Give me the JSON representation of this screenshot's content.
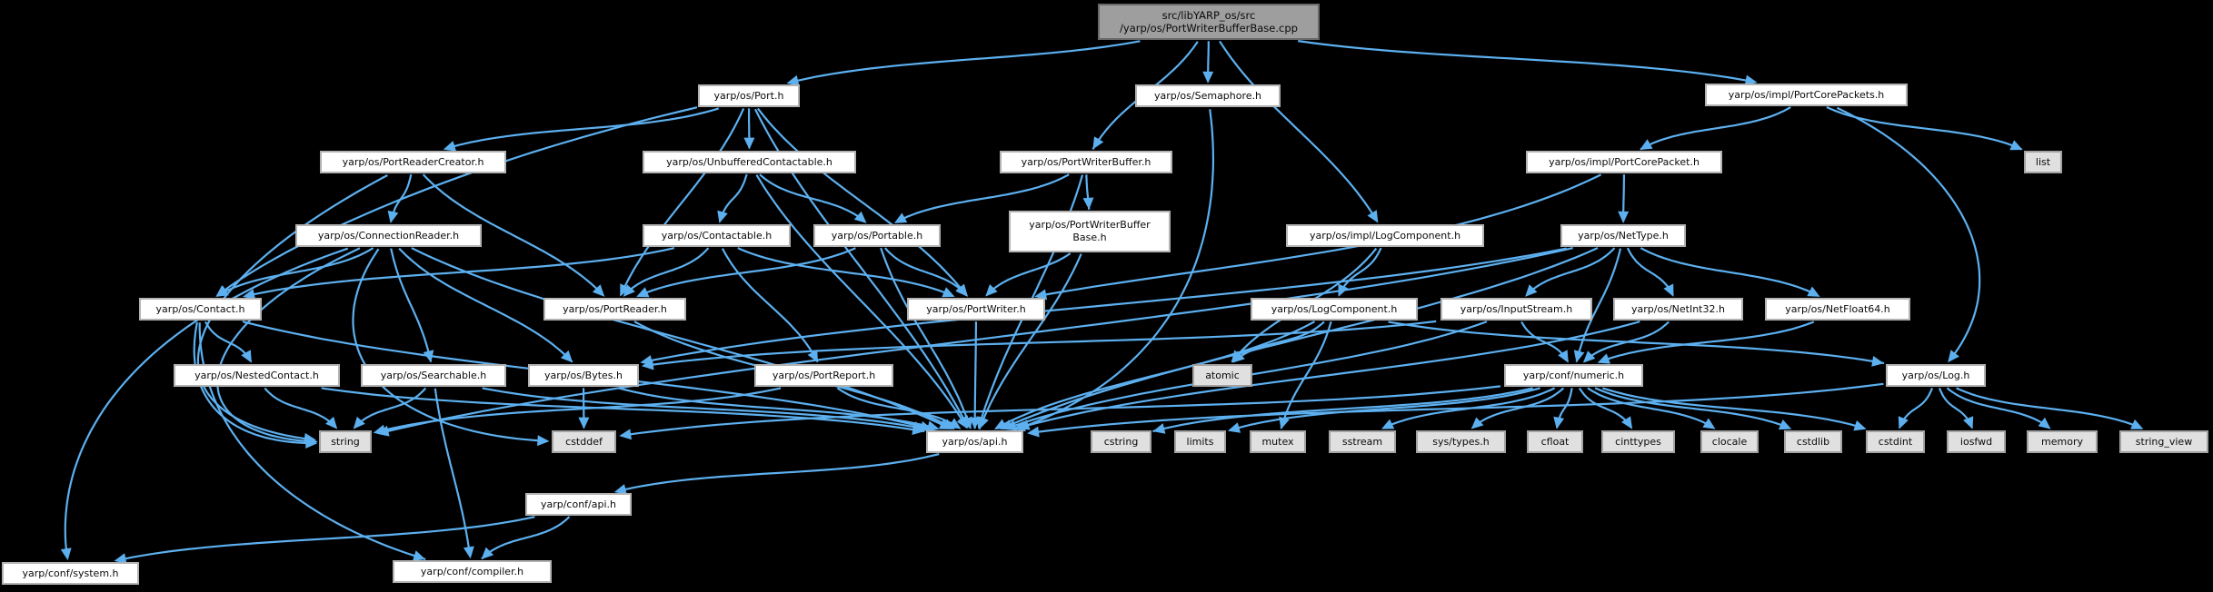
{
  "diagram": {
    "type": "include-dependency-graph",
    "edge_color": "#5db0f0",
    "node_fill": "#ffffff",
    "system_node_fill": "#e0e0e0",
    "main_node_fill": "#9e9e9e",
    "background": "#000000",
    "nodes": [
      {
        "id": "main",
        "label": "src/libYARP_os/src\n/yarp/os/PortWriterBufferBase.cpp",
        "kind": "main"
      },
      {
        "id": "port",
        "label": "yarp/os/Port.h",
        "kind": "header"
      },
      {
        "id": "semaphore",
        "label": "yarp/os/Semaphore.h",
        "kind": "header"
      },
      {
        "id": "pcpackets",
        "label": "yarp/os/impl/PortCorePackets.h",
        "kind": "header"
      },
      {
        "id": "prc",
        "label": "yarp/os/PortReaderCreator.h",
        "kind": "header"
      },
      {
        "id": "unbuffered",
        "label": "yarp/os/UnbufferedContactable.h",
        "kind": "header"
      },
      {
        "id": "pwb",
        "label": "yarp/os/PortWriterBuffer.h",
        "kind": "header"
      },
      {
        "id": "pcp",
        "label": "yarp/os/impl/PortCorePacket.h",
        "kind": "header"
      },
      {
        "id": "list",
        "label": "list",
        "kind": "system"
      },
      {
        "id": "connreader",
        "label": "yarp/os/ConnectionReader.h",
        "kind": "header"
      },
      {
        "id": "contactable",
        "label": "yarp/os/Contactable.h",
        "kind": "header"
      },
      {
        "id": "portable",
        "label": "yarp/os/Portable.h",
        "kind": "header"
      },
      {
        "id": "pwbbase",
        "label": "yarp/os/PortWriterBuffer\nBase.h",
        "kind": "header"
      },
      {
        "id": "impllogcomp",
        "label": "yarp/os/impl/LogComponent.h",
        "kind": "header"
      },
      {
        "id": "nettype",
        "label": "yarp/os/NetType.h",
        "kind": "header"
      },
      {
        "id": "contact",
        "label": "yarp/os/Contact.h",
        "kind": "header"
      },
      {
        "id": "portreader",
        "label": "yarp/os/PortReader.h",
        "kind": "header"
      },
      {
        "id": "portwriter",
        "label": "yarp/os/PortWriter.h",
        "kind": "header"
      },
      {
        "id": "logcomp",
        "label": "yarp/os/LogComponent.h",
        "kind": "header"
      },
      {
        "id": "inputstream",
        "label": "yarp/os/InputStream.h",
        "kind": "header"
      },
      {
        "id": "netint32",
        "label": "yarp/os/NetInt32.h",
        "kind": "header"
      },
      {
        "id": "netfloat64",
        "label": "yarp/os/NetFloat64.h",
        "kind": "header"
      },
      {
        "id": "nested",
        "label": "yarp/os/NestedContact.h",
        "kind": "header"
      },
      {
        "id": "searchable",
        "label": "yarp/os/Searchable.h",
        "kind": "header"
      },
      {
        "id": "bytes",
        "label": "yarp/os/Bytes.h",
        "kind": "header"
      },
      {
        "id": "portreport",
        "label": "yarp/os/PortReport.h",
        "kind": "header"
      },
      {
        "id": "atomic",
        "label": "atomic",
        "kind": "system"
      },
      {
        "id": "numeric",
        "label": "yarp/conf/numeric.h",
        "kind": "header"
      },
      {
        "id": "log",
        "label": "yarp/os/Log.h",
        "kind": "header"
      },
      {
        "id": "string",
        "label": "string",
        "kind": "system"
      },
      {
        "id": "cstddef",
        "label": "cstddef",
        "kind": "system"
      },
      {
        "id": "api",
        "label": "yarp/os/api.h",
        "kind": "header"
      },
      {
        "id": "cstring",
        "label": "cstring",
        "kind": "system"
      },
      {
        "id": "limits",
        "label": "limits",
        "kind": "system"
      },
      {
        "id": "mutex",
        "label": "mutex",
        "kind": "system"
      },
      {
        "id": "sstream",
        "label": "sstream",
        "kind": "system"
      },
      {
        "id": "systypes",
        "label": "sys/types.h",
        "kind": "system"
      },
      {
        "id": "cfloat",
        "label": "cfloat",
        "kind": "system"
      },
      {
        "id": "cinttypes",
        "label": "cinttypes",
        "kind": "system"
      },
      {
        "id": "clocale",
        "label": "clocale",
        "kind": "system"
      },
      {
        "id": "cstdlib",
        "label": "cstdlib",
        "kind": "system"
      },
      {
        "id": "cstdint",
        "label": "cstdint",
        "kind": "system"
      },
      {
        "id": "iosfwd",
        "label": "iosfwd",
        "kind": "system"
      },
      {
        "id": "memory",
        "label": "memory",
        "kind": "system"
      },
      {
        "id": "stringview",
        "label": "string_view",
        "kind": "system"
      },
      {
        "id": "confapi",
        "label": "yarp/conf/api.h",
        "kind": "header"
      },
      {
        "id": "confsystem",
        "label": "yarp/conf/system.h",
        "kind": "header"
      },
      {
        "id": "confcompiler",
        "label": "yarp/conf/compiler.h",
        "kind": "header"
      }
    ],
    "edges": [
      {
        "from": "main",
        "to": "port"
      },
      {
        "from": "main",
        "to": "pwb"
      },
      {
        "from": "main",
        "to": "semaphore"
      },
      {
        "from": "main",
        "to": "impllogcomp"
      },
      {
        "from": "main",
        "to": "pcpackets"
      },
      {
        "from": "port",
        "to": "prc"
      },
      {
        "from": "port",
        "to": "unbuffered"
      },
      {
        "from": "port",
        "to": "contact",
        "cps": [
          [
            520,
            170
          ],
          [
            300,
            270
          ]
        ]
      },
      {
        "from": "port",
        "to": "portreader"
      },
      {
        "from": "port",
        "to": "portwriter"
      },
      {
        "from": "port",
        "to": "api"
      },
      {
        "from": "semaphore",
        "to": "api",
        "cps": [
          [
            1355,
            260
          ],
          [
            1300,
            430
          ]
        ]
      },
      {
        "from": "pwb",
        "to": "portable"
      },
      {
        "from": "pwb",
        "to": "pwbbase"
      },
      {
        "from": "pwb",
        "to": "api"
      },
      {
        "from": "pcpackets",
        "to": "pcp"
      },
      {
        "from": "pcpackets",
        "to": "list"
      },
      {
        "from": "pcpackets",
        "to": "log",
        "cps": [
          [
            2160,
            170
          ],
          [
            2235,
            310
          ]
        ]
      },
      {
        "from": "pcp",
        "to": "nettype"
      },
      {
        "from": "pcp",
        "to": "portwriter",
        "bend": [
          0,
          30
        ]
      },
      {
        "from": "impllogcomp",
        "to": "logcomp"
      },
      {
        "from": "impllogcomp",
        "to": "atomic"
      },
      {
        "from": "prc",
        "to": "connreader"
      },
      {
        "from": "prc",
        "to": "portreader"
      },
      {
        "from": "prc",
        "to": "string",
        "cps": [
          [
            150,
            330
          ],
          [
            155,
            480
          ]
        ]
      },
      {
        "from": "unbuffered",
        "to": "contactable"
      },
      {
        "from": "unbuffered",
        "to": "portable"
      },
      {
        "from": "unbuffered",
        "to": "api"
      },
      {
        "from": "contactable",
        "to": "contact"
      },
      {
        "from": "contactable",
        "to": "portreader"
      },
      {
        "from": "contactable",
        "to": "portwriter"
      },
      {
        "from": "contactable",
        "to": "portreport"
      },
      {
        "from": "portable",
        "to": "portreader"
      },
      {
        "from": "portable",
        "to": "portwriter"
      },
      {
        "from": "portable",
        "to": "api"
      },
      {
        "from": "connreader",
        "to": "contact"
      },
      {
        "from": "connreader",
        "to": "searchable"
      },
      {
        "from": "connreader",
        "to": "bytes"
      },
      {
        "from": "connreader",
        "to": "string",
        "cps": [
          [
            185,
            360
          ],
          [
            185,
            495
          ]
        ]
      },
      {
        "from": "connreader",
        "to": "cstddef",
        "cps": [
          [
            330,
            380
          ],
          [
            420,
            490
          ]
        ]
      },
      {
        "from": "connreader",
        "to": "api"
      },
      {
        "from": "connreader",
        "to": "confsystem",
        "cps": [
          [
            85,
            360
          ],
          [
            55,
            540
          ]
        ]
      },
      {
        "from": "contact",
        "to": "nested"
      },
      {
        "from": "contact",
        "to": "string",
        "cps": [
          [
            195,
            430
          ],
          [
            240,
            500
          ]
        ]
      },
      {
        "from": "contact",
        "to": "api"
      },
      {
        "from": "contact",
        "to": "confcompiler",
        "cps": [
          [
            210,
            460
          ],
          [
            300,
            580
          ]
        ]
      },
      {
        "from": "nested",
        "to": "string"
      },
      {
        "from": "nested",
        "to": "api"
      },
      {
        "from": "searchable",
        "to": "string"
      },
      {
        "from": "searchable",
        "to": "api"
      },
      {
        "from": "searchable",
        "to": "confcompiler"
      },
      {
        "from": "bytes",
        "to": "cstddef"
      },
      {
        "from": "bytes",
        "to": "api"
      },
      {
        "from": "portreader",
        "to": "api"
      },
      {
        "from": "portwriter",
        "to": "api"
      },
      {
        "from": "portreport",
        "to": "string"
      },
      {
        "from": "portreport",
        "to": "api"
      },
      {
        "from": "pwbbase",
        "to": "portwriter"
      },
      {
        "from": "pwbbase",
        "to": "api"
      },
      {
        "from": "logcomp",
        "to": "log"
      },
      {
        "from": "logcomp",
        "to": "atomic"
      },
      {
        "from": "logcomp",
        "to": "mutex"
      },
      {
        "from": "logcomp",
        "to": "api"
      },
      {
        "from": "inputstream",
        "to": "bytes"
      },
      {
        "from": "inputstream",
        "to": "numeric"
      },
      {
        "from": "inputstream",
        "to": "api"
      },
      {
        "from": "nettype",
        "to": "numeric"
      },
      {
        "from": "nettype",
        "to": "api"
      },
      {
        "from": "nettype",
        "to": "bytes"
      },
      {
        "from": "nettype",
        "to": "inputstream"
      },
      {
        "from": "nettype",
        "to": "netfloat64"
      },
      {
        "from": "nettype",
        "to": "netint32"
      },
      {
        "from": "nettype",
        "to": "string"
      },
      {
        "from": "netint32",
        "to": "numeric"
      },
      {
        "from": "netint32",
        "to": "api"
      },
      {
        "from": "netfloat64",
        "to": "numeric"
      },
      {
        "from": "numeric",
        "to": "cstring"
      },
      {
        "from": "numeric",
        "to": "limits"
      },
      {
        "from": "numeric",
        "to": "sstream"
      },
      {
        "from": "numeric",
        "to": "systypes"
      },
      {
        "from": "numeric",
        "to": "cfloat"
      },
      {
        "from": "numeric",
        "to": "cinttypes"
      },
      {
        "from": "numeric",
        "to": "clocale"
      },
      {
        "from": "numeric",
        "to": "cstdlib"
      },
      {
        "from": "numeric",
        "to": "cstdint"
      },
      {
        "from": "numeric",
        "to": "cstddef"
      },
      {
        "from": "log",
        "to": "api"
      },
      {
        "from": "log",
        "to": "cstdint"
      },
      {
        "from": "log",
        "to": "iosfwd"
      },
      {
        "from": "log",
        "to": "memory"
      },
      {
        "from": "log",
        "to": "stringview"
      },
      {
        "from": "api",
        "to": "confapi"
      },
      {
        "from": "confapi",
        "to": "confsystem"
      },
      {
        "from": "confapi",
        "to": "confcompiler"
      }
    ]
  }
}
